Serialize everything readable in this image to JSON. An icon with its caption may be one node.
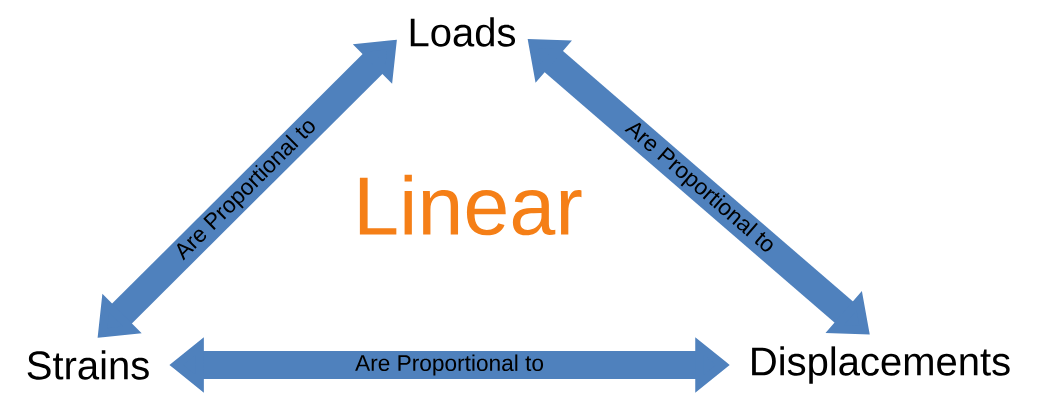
{
  "diagram": {
    "nodes": [
      {
        "text": [
          "Loads"
        ]
      },
      {
        "text": [
          "Strains"
        ]
      },
      {
        "text": [
          "Displacements"
        ]
      }
    ],
    "edges": [
      {
        "from": 0,
        "to": 1,
        "arrow": "both",
        "label": "Are Proportional to"
      },
      {
        "from": 0,
        "to": 2,
        "arrow": "both",
        "label": "Are Proportional to"
      },
      {
        "from": 1,
        "to": 2,
        "arrow": "both",
        "label": "Are Proportional to"
      }
    ],
    "labels": [
      "Linear"
    ]
  }
}
